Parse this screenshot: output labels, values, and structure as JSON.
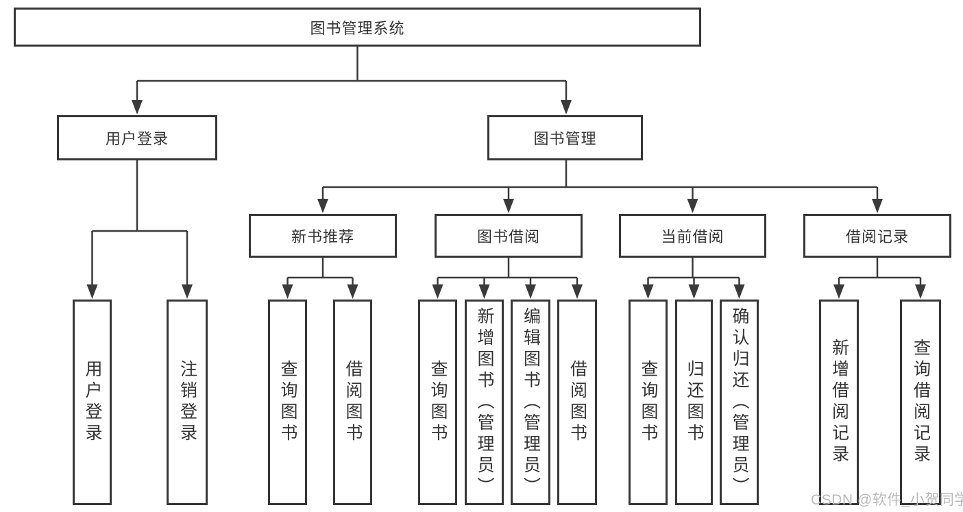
{
  "tree": {
    "root": {
      "label": "图书管理系统"
    },
    "level1": [
      {
        "id": "user-login",
        "label": "用户登录"
      },
      {
        "id": "book-management",
        "label": "图书管理"
      }
    ],
    "level2": [
      {
        "id": "new-book-recommend",
        "label": "新书推荐"
      },
      {
        "id": "book-borrow",
        "label": "图书借阅"
      },
      {
        "id": "current-borrow",
        "label": "当前借阅"
      },
      {
        "id": "borrow-records",
        "label": "借阅记录"
      }
    ],
    "groups": [
      {
        "parent": "用户登录",
        "children": [
          "用户登录",
          "注销登录"
        ]
      },
      {
        "parent": "新书推荐",
        "children": [
          "查询图书",
          "借阅图书"
        ]
      },
      {
        "parent": "图书借阅",
        "children": [
          "查询图书",
          "新增图书（管理员）",
          "编辑图书（管理员）",
          "借阅图书"
        ]
      },
      {
        "parent": "当前借阅",
        "children": [
          "查询图书",
          "归还图书",
          "确认归还（管理员）"
        ]
      },
      {
        "parent": "借阅记录",
        "children": [
          "新增借阅记录",
          "查询借阅记录"
        ]
      }
    ]
  },
  "watermark": "CSDN @软件_小贺同学",
  "colors": {
    "line": "#3a3a3a",
    "box_border": "#363636",
    "text": "#333333",
    "watermark": "#b9b9b9",
    "background": "#ffffff"
  }
}
